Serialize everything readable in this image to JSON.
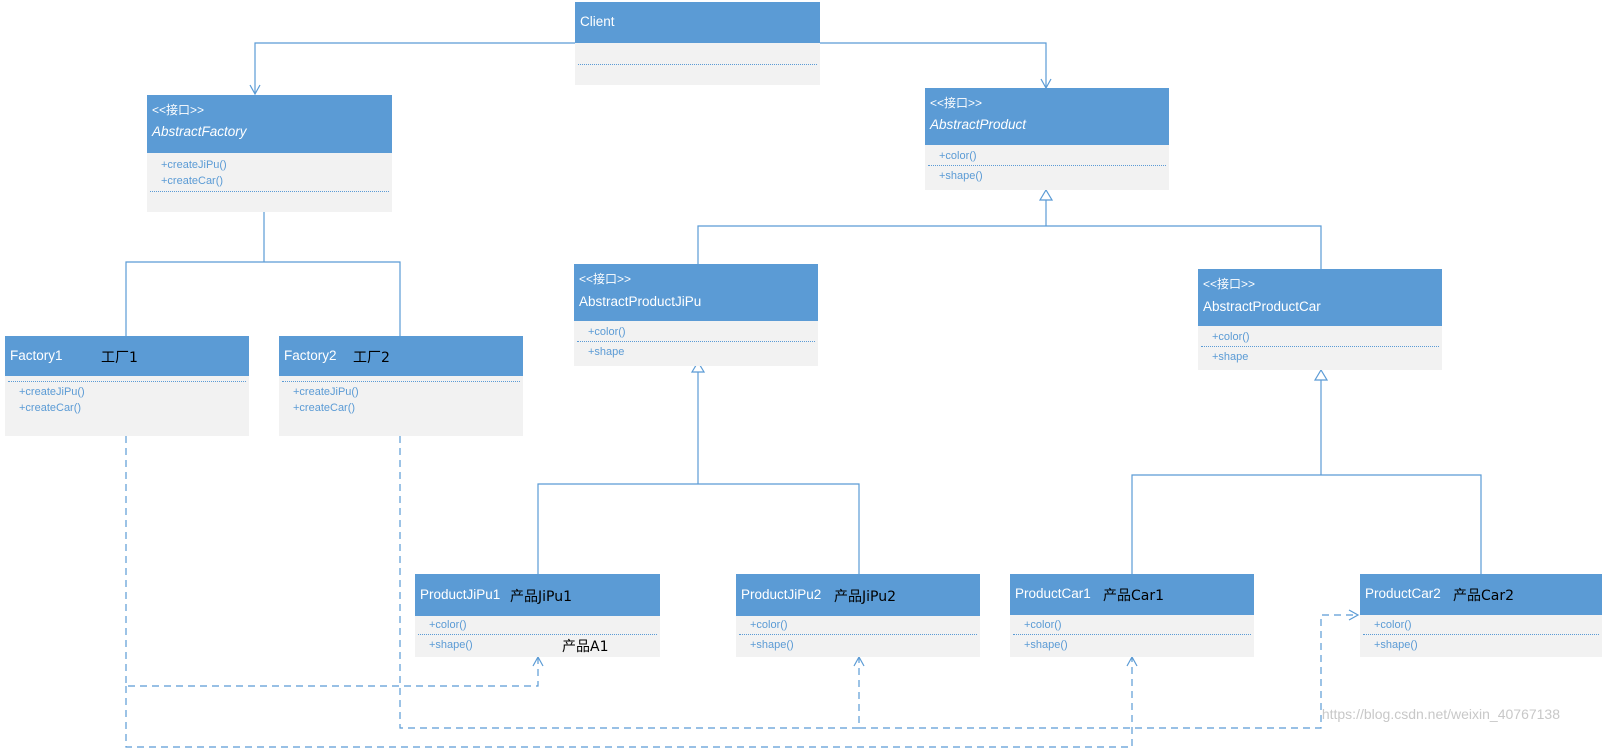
{
  "classes": {
    "client": {
      "name": "Client"
    },
    "abstract_factory": {
      "stereotype": "<<接口>>",
      "name": "AbstractFactory",
      "methods": [
        "+createJiPu()",
        "+createCar()"
      ]
    },
    "abstract_product": {
      "stereotype": "<<接口>>",
      "name": "AbstractProduct",
      "methods": [
        "+color()",
        "+shape()"
      ]
    },
    "abstract_product_jipu": {
      "stereotype": "<<接口>>",
      "name": "AbstractProductJiPu",
      "methods": [
        "+color()",
        "+shape"
      ]
    },
    "abstract_product_car": {
      "stereotype": "<<接口>>",
      "name": "AbstractProductCar",
      "methods": [
        "+color()",
        "+shape"
      ]
    },
    "factory1": {
      "name": "Factory1",
      "annotation": "工厂1",
      "methods": [
        "+createJiPu()",
        "+createCar()"
      ]
    },
    "factory2": {
      "name": "Factory2",
      "annotation": "工厂2",
      "methods": [
        "+createJiPu()",
        "+createCar()"
      ]
    },
    "product_jipu1": {
      "name": "ProductJiPu1",
      "annotation": "产品JiPu1",
      "methods": [
        "+color()",
        "+shape()"
      ],
      "note": "产品A1"
    },
    "product_jipu2": {
      "name": "ProductJiPu2",
      "annotation": "产品JiPu2",
      "methods": [
        "+color()",
        "+shape()"
      ]
    },
    "product_car1": {
      "name": "ProductCar1",
      "annotation": "产品Car1",
      "methods": [
        "+color()",
        "+shape()"
      ]
    },
    "product_car2": {
      "name": "ProductCar2",
      "annotation": "产品Car2",
      "methods": [
        "+color()",
        "+shape()"
      ]
    }
  },
  "watermark": "https://blog.csdn.net/weixin_40767138",
  "colors": {
    "header": "#5b9bd5",
    "body": "#f2f2f2",
    "line": "#5b9bd5",
    "text_on_header": "#ffffff",
    "method_text": "#5b9bd5"
  }
}
